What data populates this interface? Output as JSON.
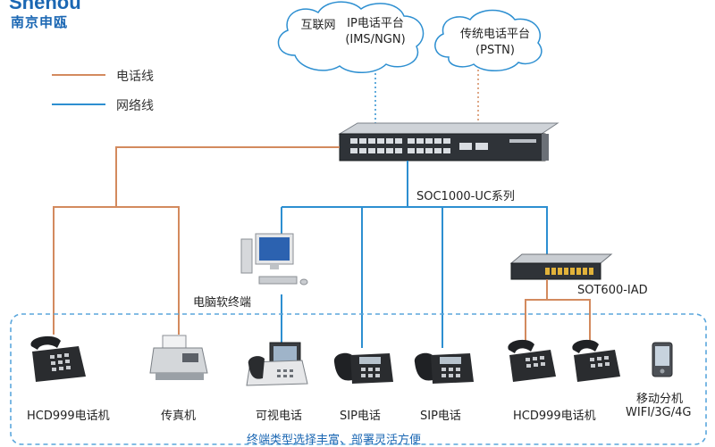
{
  "brand": {
    "name_en": "Shenou",
    "name_cn": "南京申瓯"
  },
  "legend": [
    {
      "label": "电话线",
      "color": "#d38a5e"
    },
    {
      "label": "网络线",
      "color": "#2d8fd1"
    }
  ],
  "clouds": [
    {
      "line1": "互联网",
      "line2": "IP电话平台",
      "line3": "(IMS/NGN)"
    },
    {
      "line1": "传统电话平台",
      "line2": "(PSTN)"
    }
  ],
  "network": {
    "switch_label": "SOC1000-UC系列",
    "iad_label": "SOT600-IAD",
    "pc_label": "电脑软终端"
  },
  "devices": [
    {
      "label": "HCD999电话机",
      "icon": "desk-phone-icon"
    },
    {
      "label": "传真机",
      "icon": "fax-machine-icon"
    },
    {
      "label": "可视电话",
      "icon": "video-phone-icon"
    },
    {
      "label": "SIP电话",
      "icon": "sip-phone-icon"
    },
    {
      "label": "SIP电话",
      "icon": "sip-phone-icon"
    },
    {
      "label": "HCD999电话机",
      "icon": "desk-phone-icon"
    },
    {
      "label": "移动分机",
      "label2": "WIFI/3G/4G",
      "icon": "mobile-phone-icon"
    }
  ],
  "caption": "终端类型选择丰富、部署灵活方便",
  "colors": {
    "phone_line": "#d38a5e",
    "net_line": "#2d8fd1",
    "brand": "#1b67b3",
    "dashed_box": "#5aa6dc"
  }
}
